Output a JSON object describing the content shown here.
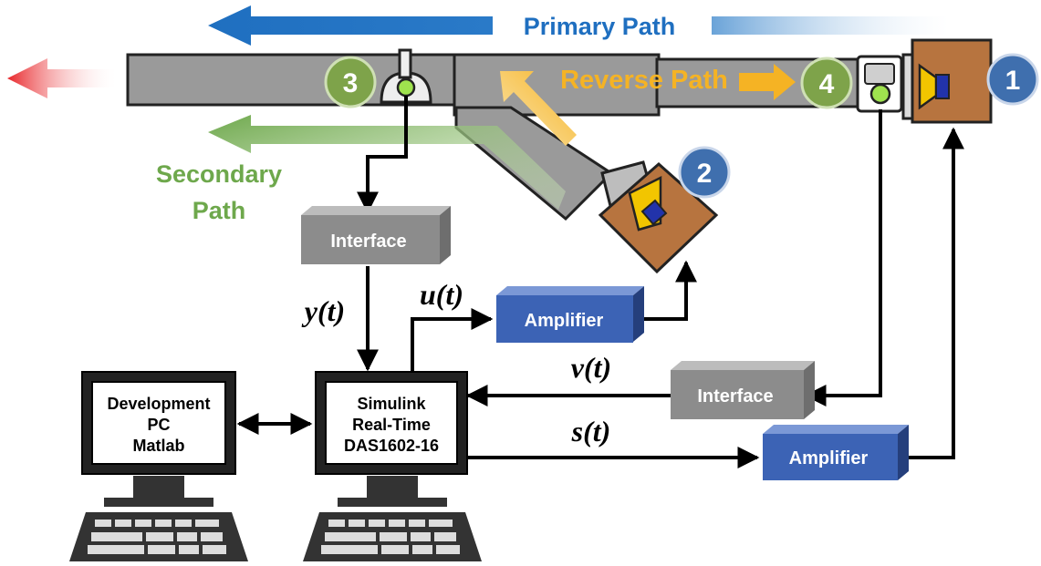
{
  "paths": {
    "primary": "Primary Path",
    "reverse": "Reverse Path",
    "secondary_line1": "Secondary",
    "secondary_line2": "Path"
  },
  "markers": {
    "m1": "1",
    "m2": "2",
    "m3": "3",
    "m4": "4"
  },
  "blocks": {
    "interface_top": "Interface",
    "interface_right": "Interface",
    "amplifier_top": "Amplifier",
    "amplifier_bottom": "Amplifier"
  },
  "signals": {
    "y": "y(t)",
    "u": "u(t)",
    "v": "v(t)",
    "s": "s(t)"
  },
  "computers": {
    "dev": [
      "Development",
      "PC",
      "Matlab"
    ],
    "rt": [
      "Simulink",
      "Real-Time",
      "DAS1602-16"
    ]
  },
  "colors": {
    "primary": "#1f6fc0",
    "reverse": "#f5b324",
    "secondary": "#6ea84c",
    "exhaust": "#e8262a",
    "marker_green": "#7ea34a",
    "marker_blue": "#3f6fae",
    "interface": "#8c8c8c",
    "amplifier": "#3c63b5",
    "speaker_box": "#b7743f"
  }
}
